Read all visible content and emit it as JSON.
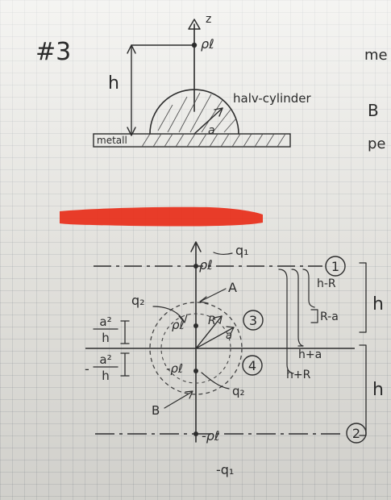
{
  "top_sketch": {
    "problem_number": "#3",
    "axis_label": "z",
    "point_label": "ρℓ",
    "height_label": "h",
    "shape_label": "halv-cylinder",
    "radius_label": "a",
    "ground_label": "metall",
    "margin_text_1": "me",
    "margin_text_2": "B",
    "margin_text_3": "pe"
  },
  "redaction": {
    "color": "#e8331f"
  },
  "image_diagram": {
    "charge_top": "q₁",
    "line_density_top": "ρℓ",
    "line_1_number": "1",
    "line_2_number": "2",
    "point_A": "A",
    "point_B": "B",
    "charge_inner_top": "q₂",
    "line_density_inner": "ρℓ",
    "radius_R": "R",
    "radius_a": "a",
    "region_3": "3",
    "region_4": "4",
    "neg_line_density_inner": "-ρℓ",
    "charge_inner_bottom": "q₂",
    "neg_line_density_bottom": "-ρℓ",
    "charge_bottom": "-q₁",
    "dist_h_minus_R": "h-R",
    "dist_R_minus_a": "R-a",
    "dist_h_plus_a": "h+a",
    "dist_h_plus_R": "h+R",
    "dist_h_upper": "h",
    "dist_h_lower": "h",
    "frac_num_upper": "a²",
    "frac_den_upper": "h",
    "frac_num_lower": "a²",
    "frac_den_lower": "h",
    "frac_minus_sign": "-"
  }
}
